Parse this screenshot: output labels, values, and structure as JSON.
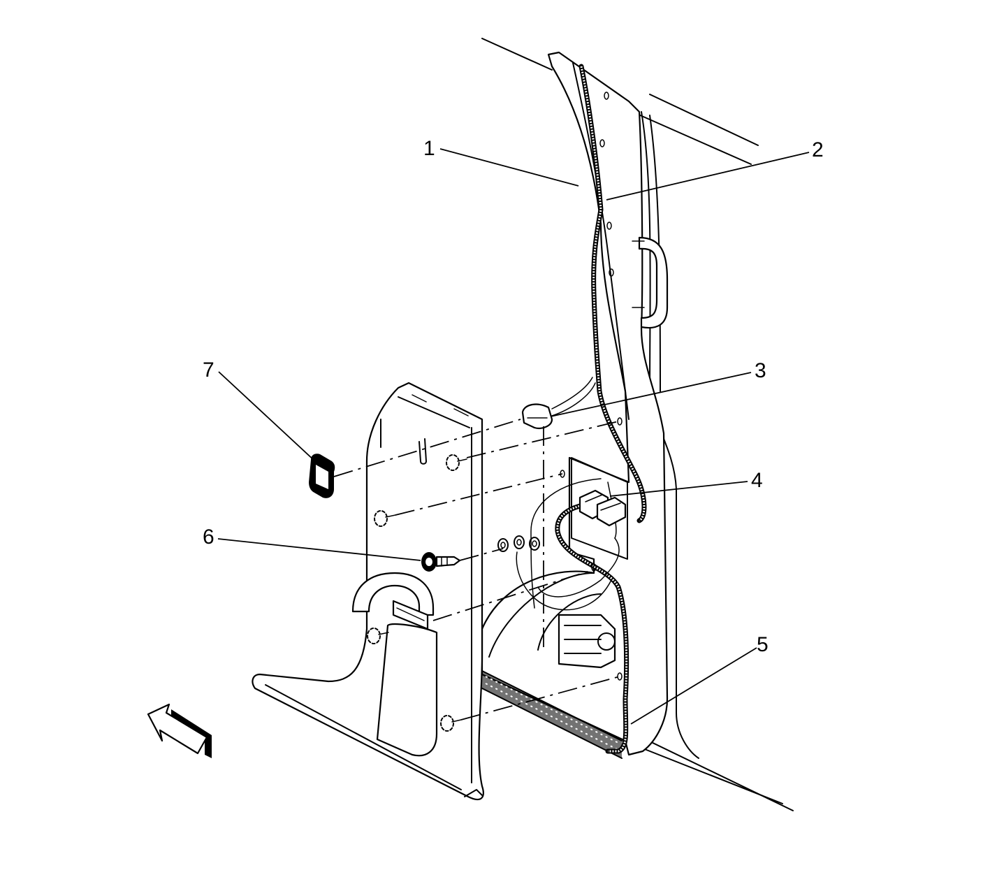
{
  "callouts": [
    {
      "id": "1",
      "label": "1"
    },
    {
      "id": "2",
      "label": "2"
    },
    {
      "id": "3",
      "label": "3"
    },
    {
      "id": "4",
      "label": "4"
    },
    {
      "id": "5",
      "label": "5"
    },
    {
      "id": "6",
      "label": "6"
    },
    {
      "id": "7",
      "label": "7"
    }
  ],
  "icons": {
    "direction_arrow": "front-direction-arrow-icon"
  },
  "colors": {
    "line": "#000000",
    "background": "#ffffff"
  }
}
